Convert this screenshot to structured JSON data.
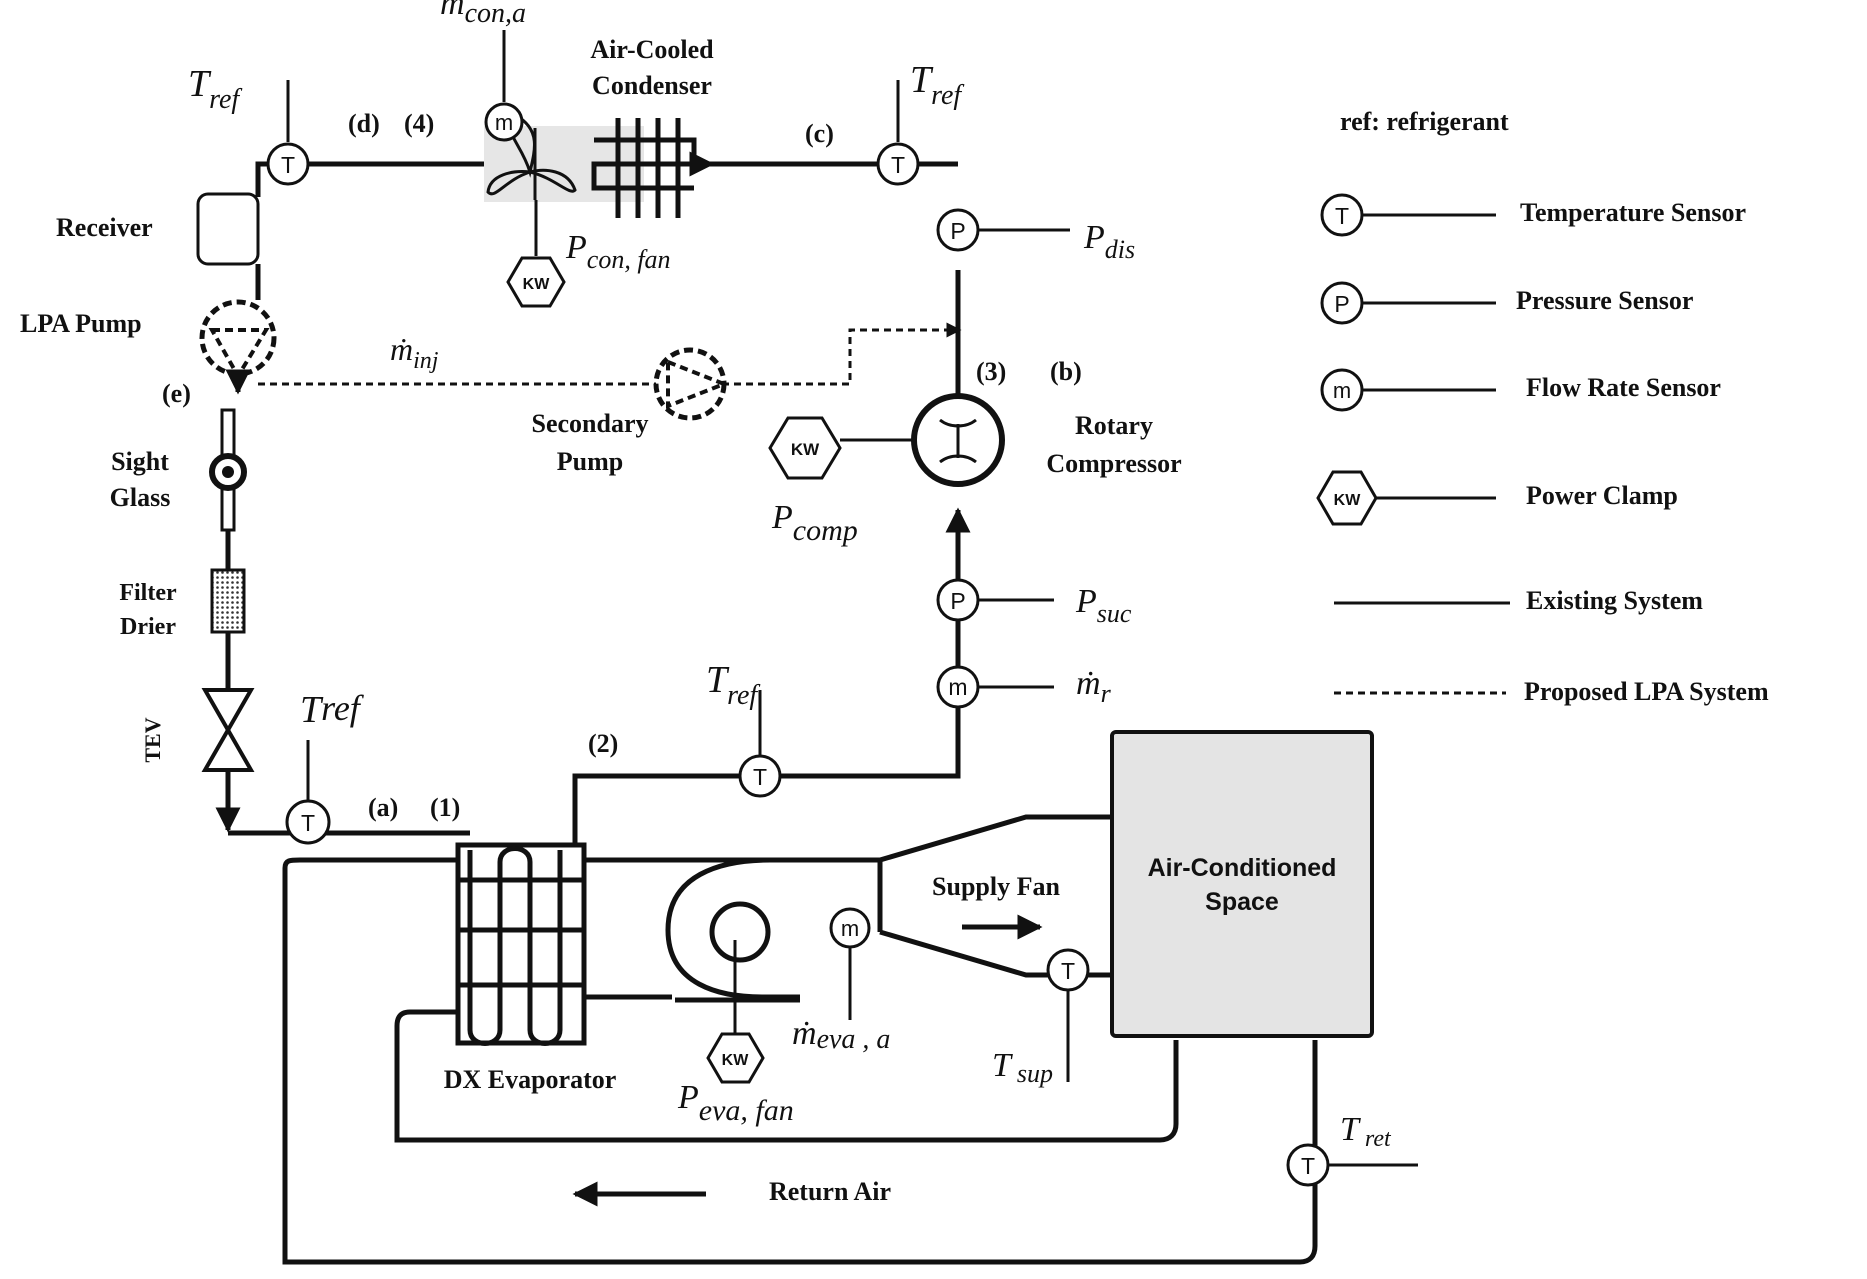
{
  "components": {
    "air_cooled_condenser": "Air-Cooled\nCondenser",
    "receiver": "Receiver",
    "lpa_pump": "LPA Pump",
    "secondary_pump": "Secondary\nPump",
    "sight_glass": "Sight\nGlass",
    "filter_drier": "Filter\nDrier",
    "tev": "TEV",
    "rotary_compressor": "Rotary\nCompressor",
    "dx_evaporator": "DX Evaporator",
    "supply_fan": "Supply Fan",
    "return_air": "Return Air",
    "air_conditioned_space": "Air-Conditioned\nSpace"
  },
  "state_points": {
    "a": "(a)",
    "b": "(b)",
    "c": "(c)",
    "d": "(d)",
    "e": "(e)",
    "p1": "(1)",
    "p2": "(2)",
    "p3": "(3)",
    "p4": "(4)"
  },
  "symbols": {
    "t_ref_main": "T",
    "t_ref_sub": "ref",
    "m_con_a": {
      "main": "ṁ",
      "sub": "con,a"
    },
    "p_con_fan": {
      "main": "P",
      "sub": "con, fan"
    },
    "p_dis": {
      "main": "P",
      "sub": "dis"
    },
    "m_inj": {
      "main": "ṁ",
      "sub": "inj"
    },
    "p_comp": {
      "main": "P",
      "sub": "comp"
    },
    "p_suc": {
      "main": "P",
      "sub": "suc"
    },
    "m_r": {
      "main": "ṁ",
      "sub": "r"
    },
    "m_eva_a": {
      "main": "ṁ",
      "sub": "eva , a"
    },
    "p_eva_fan": {
      "main": "P",
      "sub": "eva, fan"
    },
    "t_sup": {
      "main": "T",
      "sub": "sup"
    },
    "t_ret": {
      "main": "T",
      "sub": "ret"
    }
  },
  "sensor_letters": {
    "temperature": "T",
    "pressure": "P",
    "flow": "m",
    "power": "KW"
  },
  "legend": {
    "header": "ref: refrigerant",
    "temperature": "Temperature Sensor",
    "pressure": "Pressure Sensor",
    "flow": "Flow Rate Sensor",
    "power": "Power Clamp",
    "existing": "Existing System",
    "proposed": "Proposed LPA System"
  },
  "colors": {
    "line": "#111111",
    "space_fill": "#e4e4e4",
    "condenser_fill": "#e6e6e6"
  }
}
